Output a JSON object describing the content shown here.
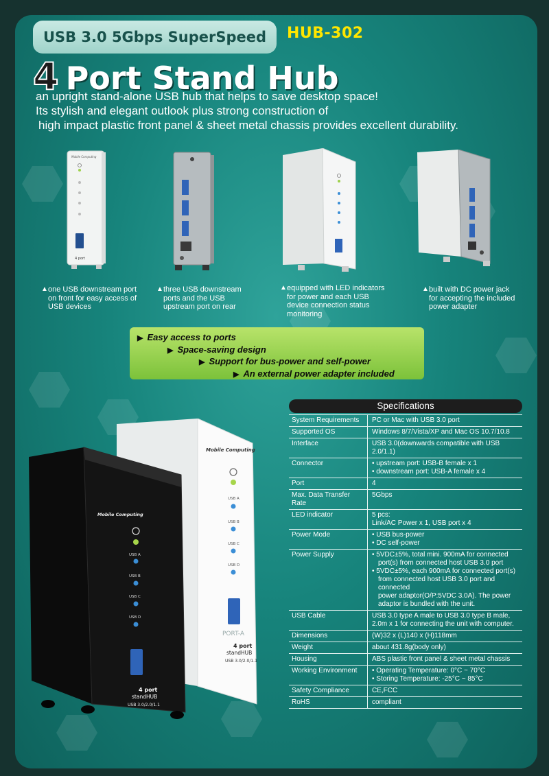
{
  "header": {
    "tagline": "USB 3.0 5Gbps SuperSpeed",
    "model": "HUB-302",
    "title_num": "4",
    "title_text": "Port Stand Hub"
  },
  "intro": [
    "an upright stand-alone USB hub that helps to save desktop space!",
    "Its stylish and elegant outlook plus strong construction of",
    "high impact plastic front panel & sheet metal chassis provides excellent durability."
  ],
  "device_labels": {
    "brand": "Mobile Computing",
    "usb_a": "USB A",
    "usb_b": "USB B",
    "usb_c": "USB C",
    "usb_d": "USB D",
    "port_a": "PORT-A",
    "ports": "4 port",
    "standhub": "standHUB",
    "version": "USB 3.0/2.0/1.1"
  },
  "captions": [
    [
      "one USB downstream port",
      "on front for easy access of",
      "USB devices"
    ],
    [
      "three USB downstream",
      "ports and the USB",
      "upstream port on rear"
    ],
    [
      "equipped with LED indicators",
      "for power and each USB",
      "device connection status",
      "monitoring"
    ],
    [
      "built with DC power jack",
      "for accepting the included",
      "power adapter"
    ]
  ],
  "features": [
    "Easy access to ports",
    "Space-saving design",
    "Support for bus-power and self-power",
    "An external power adapter included"
  ],
  "specs_title": "Specifications",
  "specs": [
    {
      "key": "System Requirements",
      "val": [
        "PC or Mac with USB 3.0 port"
      ]
    },
    {
      "key": "Supported OS",
      "val": [
        "Windows 8/7/Vista/XP and Mac OS 10.7/10.8"
      ]
    },
    {
      "key": "Interface",
      "val": [
        "USB 3.0(downwards compatible with USB 2.0/1.1)"
      ]
    },
    {
      "key": "Connector",
      "val": [
        "• upstream port: USB-B female x 1",
        "• downstream port: USB-A female x 4"
      ]
    },
    {
      "key": "Port",
      "val": [
        "4"
      ]
    },
    {
      "key": "Max. Data Transfer Rate",
      "val": [
        "5Gbps"
      ]
    },
    {
      "key": "LED indicator",
      "val": [
        "5 pcs:",
        "Link/AC Power x 1, USB port x 4"
      ]
    },
    {
      "key": "Power Mode",
      "val": [
        "• USB bus-power",
        "• DC self-power"
      ]
    },
    {
      "key": "Power Supply",
      "val": [
        "• 5VDC±5%, total mini. 900mA for connected",
        "port(s) from connected host USB 3.0 port",
        "• 5VDC±5%, each 900mA for connected port(s)",
        "from connected host USB 3.0 port and connected",
        "power adaptor(O/P:5VDC 3.0A). The power",
        "adaptor is bundled with the unit."
      ]
    },
    {
      "key": "USB Cable",
      "val": [
        "USB 3.0 type A male to USB 3.0 type B male,",
        "2.0m x 1 for connecting the unit with computer."
      ]
    },
    {
      "key": "Dimensions",
      "val": [
        "(W)32 x (L)140 x (H)118mm"
      ]
    },
    {
      "key": "Weight",
      "val": [
        "about 431.8g(body only)"
      ]
    },
    {
      "key": "Housing",
      "val": [
        "ABS plastic front panel & sheet metal chassis"
      ]
    },
    {
      "key": "Working Environment",
      "val": [
        "• Operating Temperature: 0°C ~ 70°C",
        "• Storing Temperature: -25°C ~ 85°C"
      ]
    },
    {
      "key": "Safety Compliance",
      "val": [
        "CE,FCC"
      ]
    },
    {
      "key": "RoHS",
      "val": [
        "compliant"
      ]
    }
  ],
  "colors": {
    "accent_yellow": "#ffe600",
    "panel_teal": "#17847c",
    "banner_green": "#9bd150"
  }
}
